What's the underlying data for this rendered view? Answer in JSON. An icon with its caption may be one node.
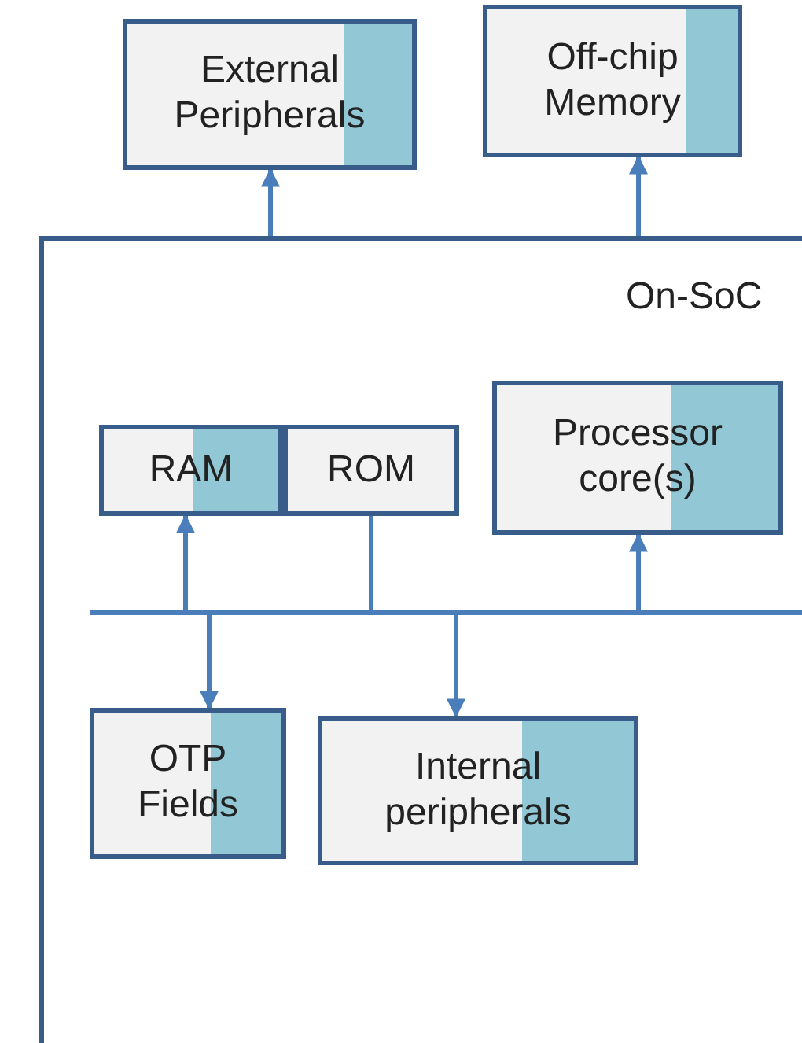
{
  "diagram": {
    "nodes": [
      {
        "text": [
          "External Peripherals"
        ]
      },
      {
        "text": [
          "Off-chip Memory"
        ]
      },
      {
        "text": [
          "On-SoC"
        ]
      },
      {
        "text": [
          "RAM"
        ],
        "in": 2
      },
      {
        "text": [
          "ROM"
        ],
        "in": 2
      },
      {
        "text": [
          "Processor core(s)"
        ],
        "in": 2
      },
      {
        "text": [],
        "shape": "bar",
        "in": 2
      },
      {
        "text": [
          "OTP Fields"
        ],
        "in": 2
      },
      {
        "text": [
          "Internal peripherals"
        ],
        "in": 2
      }
    ],
    "edges": [
      {
        "from": 2,
        "to": 0,
        "arrow": "to"
      },
      {
        "from": 2,
        "to": 1,
        "arrow": "to"
      },
      {
        "from": 6,
        "to": 3,
        "arrow": "to"
      },
      {
        "from": 6,
        "to": 4,
        "arrow": "none"
      },
      {
        "from": 6,
        "to": 5,
        "arrow": "to"
      },
      {
        "from": 6,
        "to": 7,
        "arrow": "to"
      },
      {
        "from": 6,
        "to": 8,
        "arrow": "to"
      }
    ]
  }
}
